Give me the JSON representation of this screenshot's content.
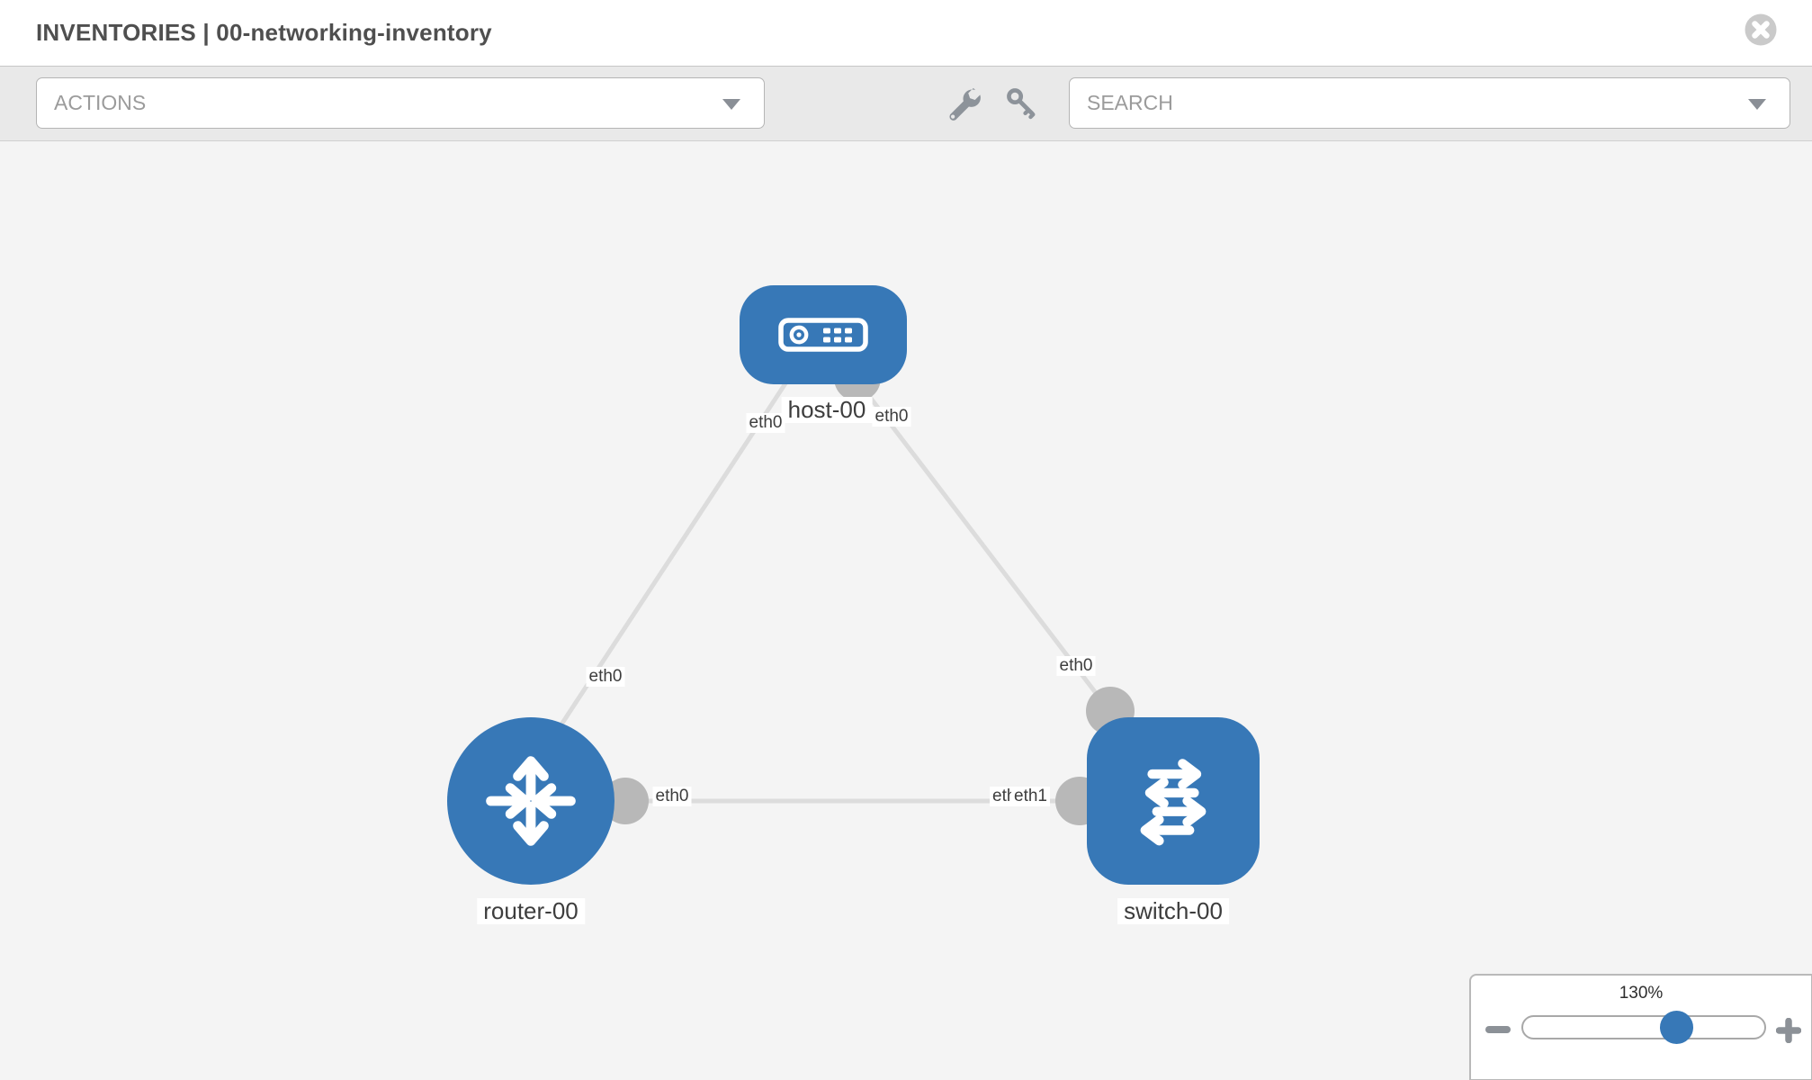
{
  "header": {
    "title": "INVENTORIES | 00-networking-inventory"
  },
  "toolbar": {
    "actions": {
      "label": "ACTIONS"
    },
    "search": {
      "label": "SEARCH"
    },
    "icons": [
      "wrench-icon",
      "key-icon"
    ]
  },
  "topology": {
    "nodes": [
      {
        "type": "host",
        "label": "host-00"
      },
      {
        "type": "router",
        "label": "router-00"
      },
      {
        "type": "switch",
        "label": "switch-00"
      }
    ],
    "links": [
      {
        "from": "host-00",
        "to": "router-00",
        "from_interface": "eth0",
        "to_interface": "eth0"
      },
      {
        "from": "host-00",
        "to": "switch-00",
        "from_interface": "eth0",
        "to_interface": "eth0"
      },
      {
        "from": "router-00",
        "to": "switch-00",
        "from_interface": "eth0",
        "to_interface": "eth1",
        "occluded_interface": "eth0"
      }
    ]
  },
  "zoom_control": {
    "level": "130%",
    "minus_icon": "minus-icon",
    "plus_icon": "plus-icon"
  },
  "colors": {
    "node_blue": "#3778b7",
    "link_gray": "#dcdcdc",
    "port_gray": "#b8b8b8",
    "canvas_bg": "#f4f4f4",
    "toolbar_bg": "#e9e9e9",
    "muted_text": "#9b9b9b",
    "label_text": "#3d3d3d"
  }
}
